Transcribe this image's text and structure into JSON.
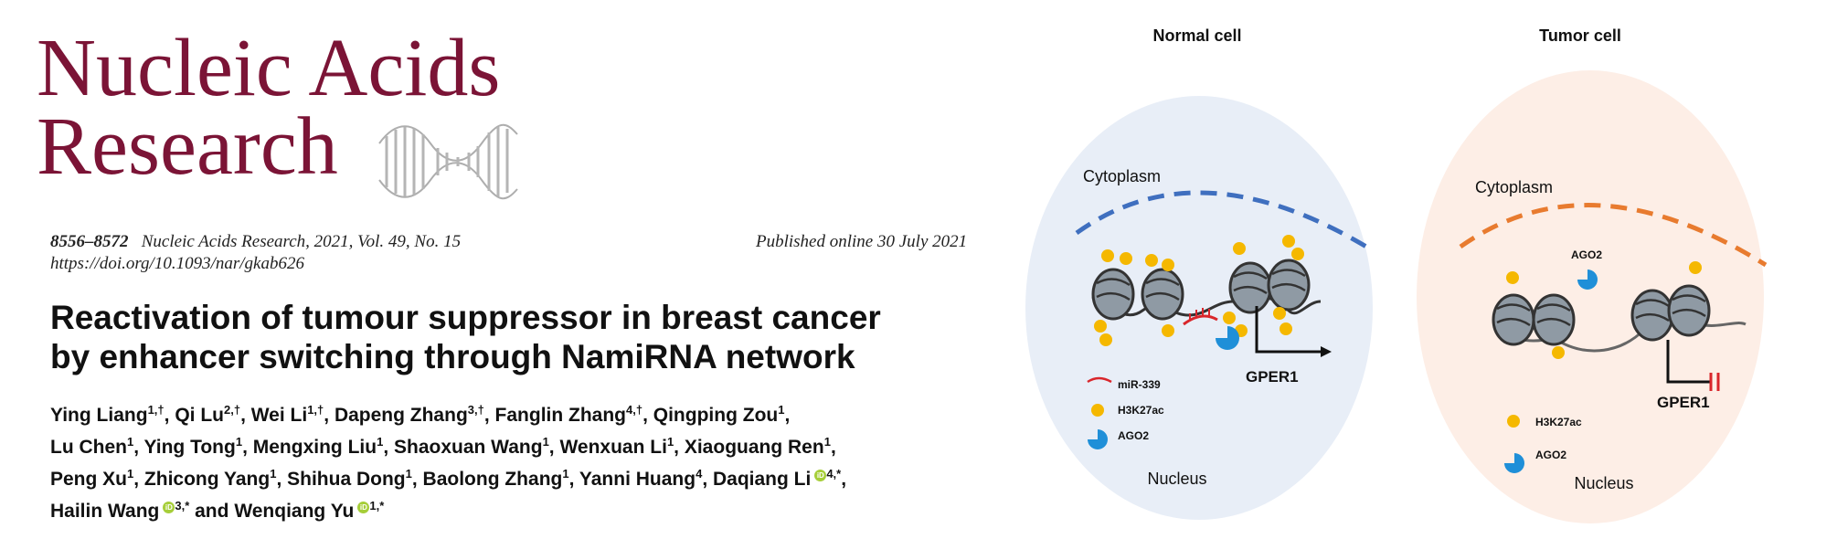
{
  "journal": {
    "name_line1": "Nucleic Acids",
    "name_line2": "Research"
  },
  "citation": {
    "pages": "8556–8572",
    "reference": "Nucleic Acids Research, 2021, Vol. 49, No. 15",
    "doi": "https://doi.org/10.1093/nar/gkab626",
    "published": "Published online 30 July 2021"
  },
  "article": {
    "title_line1": "Reactivation of tumour suppressor in breast cancer",
    "title_line2": "by enhancer switching through NamiRNA network"
  },
  "authors": [
    {
      "name": "Ying Liang",
      "sup": "1,†",
      "sep": ", "
    },
    {
      "name": "Qi Lu",
      "sup": "2,†",
      "sep": ", "
    },
    {
      "name": "Wei Li",
      "sup": "1,†",
      "sep": ", "
    },
    {
      "name": "Dapeng Zhang",
      "sup": "3,†",
      "sep": ", "
    },
    {
      "name": "Fanglin Zhang",
      "sup": "4,†",
      "sep": ", "
    },
    {
      "name": "Qingping Zou",
      "sup": "1",
      "sep": ","
    },
    {
      "name": "Lu Chen",
      "sup": "1",
      "sep": ", "
    },
    {
      "name": "Ying Tong",
      "sup": "1",
      "sep": ", "
    },
    {
      "name": "Mengxing Liu",
      "sup": "1",
      "sep": ", "
    },
    {
      "name": "Shaoxuan Wang",
      "sup": "1",
      "sep": ", "
    },
    {
      "name": "Wenxuan Li",
      "sup": "1",
      "sep": ", "
    },
    {
      "name": "Xiaoguang Ren",
      "sup": "1",
      "sep": ","
    },
    {
      "name": "Peng Xu",
      "sup": "1",
      "sep": ", "
    },
    {
      "name": "Zhicong Yang",
      "sup": "1",
      "sep": ", "
    },
    {
      "name": "Shihua Dong",
      "sup": "1",
      "sep": ", "
    },
    {
      "name": "Baolong Zhang",
      "sup": "1",
      "sep": ", "
    },
    {
      "name": "Yanni Huang",
      "sup": "4",
      "sep": ", "
    },
    {
      "name": "Daqiang Li",
      "sup": "4,*",
      "orcid": true,
      "sep": ","
    },
    {
      "name": "Hailin Wang",
      "sup": "3,*",
      "orcid": true,
      "sep": " and "
    },
    {
      "name": "Wenqiang Yu",
      "sup": "1,*",
      "orcid": true,
      "sep": ""
    }
  ],
  "figure": {
    "normal": {
      "heading": "Normal cell",
      "cytoplasm": "Cytoplasm",
      "nucleus": "Nucleus",
      "gene": "GPER1",
      "legend": [
        "miR-339",
        "H3K27ac",
        "AGO2"
      ]
    },
    "tumor": {
      "heading": "Tumor cell",
      "cytoplasm": "Cytoplasm",
      "nucleus": "Nucleus",
      "gene": "GPER1",
      "ago2_label": "AGO2",
      "legend": [
        "H3K27ac",
        "AGO2"
      ]
    },
    "colors": {
      "normal_bg": "#e8eef7",
      "tumor_bg": "#fdeee6",
      "normal_membrane": "#3f6fbf",
      "tumor_membrane": "#e87b2f",
      "h3k27ac": "#f5b800",
      "ago2": "#1f8fd8",
      "mirna": "#d9262b",
      "journal": "#7b1436"
    }
  }
}
